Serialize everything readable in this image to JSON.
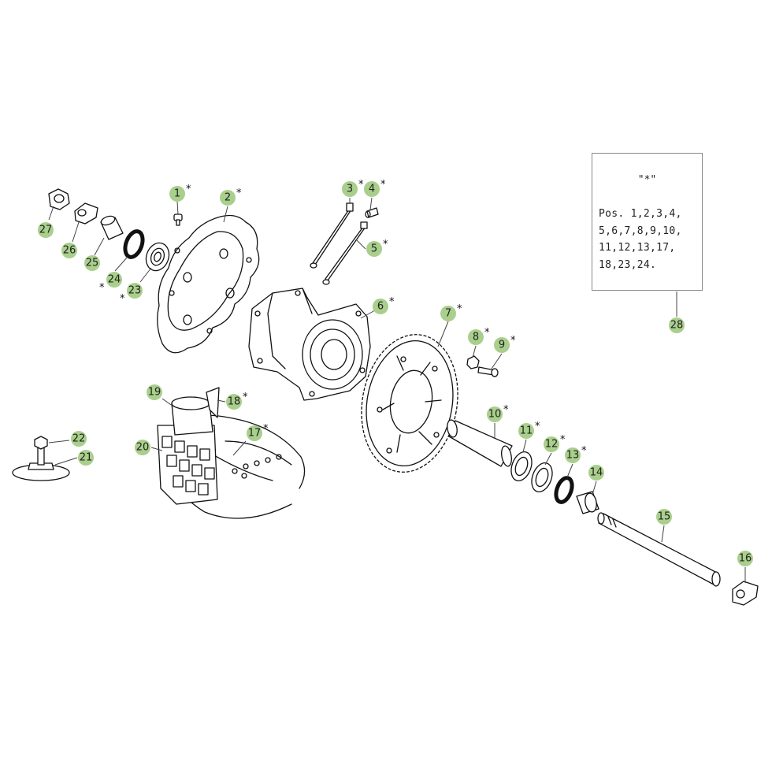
{
  "diagram": {
    "callout_color": "#a9cf8c",
    "callouts": [
      {
        "num": "1",
        "star": "*"
      },
      {
        "num": "2",
        "star": "*"
      },
      {
        "num": "3",
        "star": "*"
      },
      {
        "num": "4",
        "star": "*"
      },
      {
        "num": "5",
        "star": "*"
      },
      {
        "num": "6",
        "star": "*"
      },
      {
        "num": "7",
        "star": "*"
      },
      {
        "num": "8",
        "star": "*"
      },
      {
        "num": "9",
        "star": "*"
      },
      {
        "num": "10",
        "star": "*"
      },
      {
        "num": "11",
        "star": "*"
      },
      {
        "num": "12",
        "star": "*"
      },
      {
        "num": "13",
        "star": "*"
      },
      {
        "num": "14",
        "star": ""
      },
      {
        "num": "15",
        "star": ""
      },
      {
        "num": "16",
        "star": ""
      },
      {
        "num": "17",
        "star": "*"
      },
      {
        "num": "18",
        "star": "*"
      },
      {
        "num": "19",
        "star": ""
      },
      {
        "num": "20",
        "star": ""
      },
      {
        "num": "21",
        "star": ""
      },
      {
        "num": "22",
        "star": ""
      },
      {
        "num": "23",
        "star": "*"
      },
      {
        "num": "24",
        "star": "*"
      },
      {
        "num": "25",
        "star": ""
      },
      {
        "num": "26",
        "star": ""
      },
      {
        "num": "27",
        "star": ""
      },
      {
        "num": "28",
        "star": ""
      }
    ],
    "note": {
      "title": "\"*\"",
      "lines": [
        "Pos. 1,2,3,4,",
        "5,6,7,8,9,10,",
        "11,12,13,17,",
        "18,23,24."
      ]
    }
  }
}
